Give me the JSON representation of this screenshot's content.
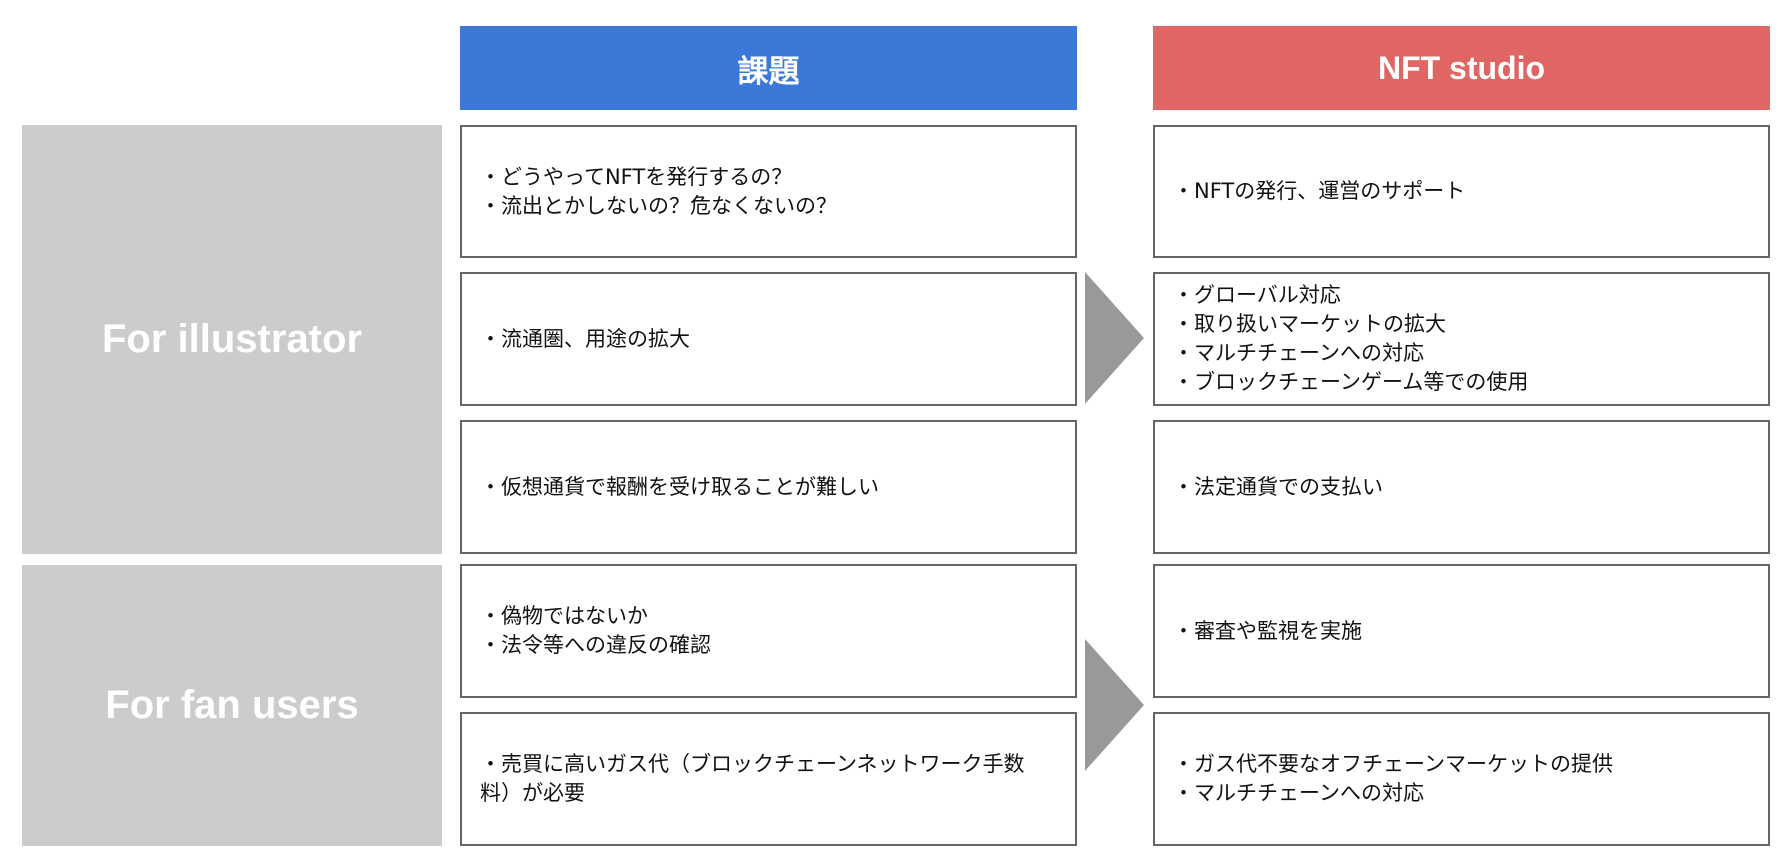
{
  "headers": {
    "problem": "課題",
    "solution": "NFT studio"
  },
  "colors": {
    "problem_header": "#3c78d8",
    "solution_header": "#e06666",
    "group_panel": "#cccccc",
    "arrow": "#999999",
    "box_border": "#666666"
  },
  "groups": [
    {
      "label": "For illustrator",
      "rows": [
        {
          "problem": [
            "・どうやってNFTを発行するの？",
            "・流出とかしないの？危なくないの？"
          ],
          "solution": [
            "・NFTの発行、運営のサポート"
          ]
        },
        {
          "problem": [
            "・流通圏、用途の拡大"
          ],
          "solution": [
            "・グローバル対応",
            "・取り扱いマーケットの拡大",
            "・マルチチェーンへの対応",
            "・ブロックチェーンゲーム等での使用"
          ]
        },
        {
          "problem": [
            "・仮想通貨で報酬を受け取ることが難しい"
          ],
          "solution": [
            "・法定通貨での支払い"
          ]
        }
      ]
    },
    {
      "label": "For fan users",
      "rows": [
        {
          "problem": [
            "・偽物ではないか",
            "・法令等への違反の確認"
          ],
          "solution": [
            "・審査や監視を実施"
          ]
        },
        {
          "problem": [
            "・売買に高いガス代（ブロックチェーンネットワーク手数料）が必要"
          ],
          "solution": [
            "・ガス代不要なオフチェーンマーケットの提供",
            "・マルチチェーンへの対応"
          ]
        }
      ]
    }
  ]
}
